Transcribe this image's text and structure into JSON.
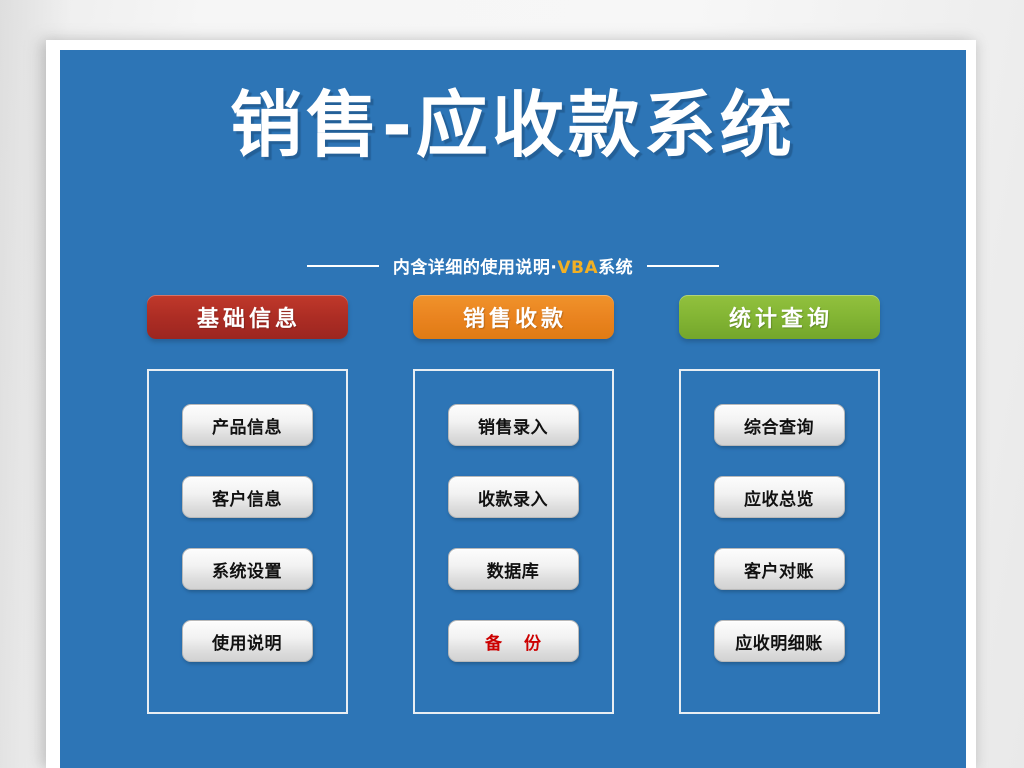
{
  "header": {
    "title": "销售-应收款系统",
    "subtitle_prefix": "内含详细的使用说明·",
    "subtitle_highlight": "VBA",
    "subtitle_suffix": "系统"
  },
  "colors": {
    "panel_background": "#2d75b6",
    "category_red": "#ad2d24",
    "category_orange": "#ea8420",
    "category_green": "#83b534",
    "subtitle_highlight": "#f2b024",
    "accent_red_text": "#cc0000",
    "item_text": "#111111"
  },
  "columns": [
    {
      "category_label": "基础信息",
      "category_color": "red",
      "items": [
        {
          "label": "产品信息",
          "accent": false
        },
        {
          "label": "客户信息",
          "accent": false
        },
        {
          "label": "系统设置",
          "accent": false
        },
        {
          "label": "使用说明",
          "accent": false
        }
      ]
    },
    {
      "category_label": "销售收款",
      "category_color": "orange",
      "items": [
        {
          "label": "销售录入",
          "accent": false
        },
        {
          "label": "收款录入",
          "accent": false
        },
        {
          "label": "数据库",
          "accent": false
        },
        {
          "label": "备 份",
          "accent": true
        }
      ]
    },
    {
      "category_label": "统计查询",
      "category_color": "green",
      "items": [
        {
          "label": "综合查询",
          "accent": false
        },
        {
          "label": "应收总览",
          "accent": false
        },
        {
          "label": "客户对账",
          "accent": false
        },
        {
          "label": "应收明细账",
          "accent": false
        }
      ]
    }
  ]
}
